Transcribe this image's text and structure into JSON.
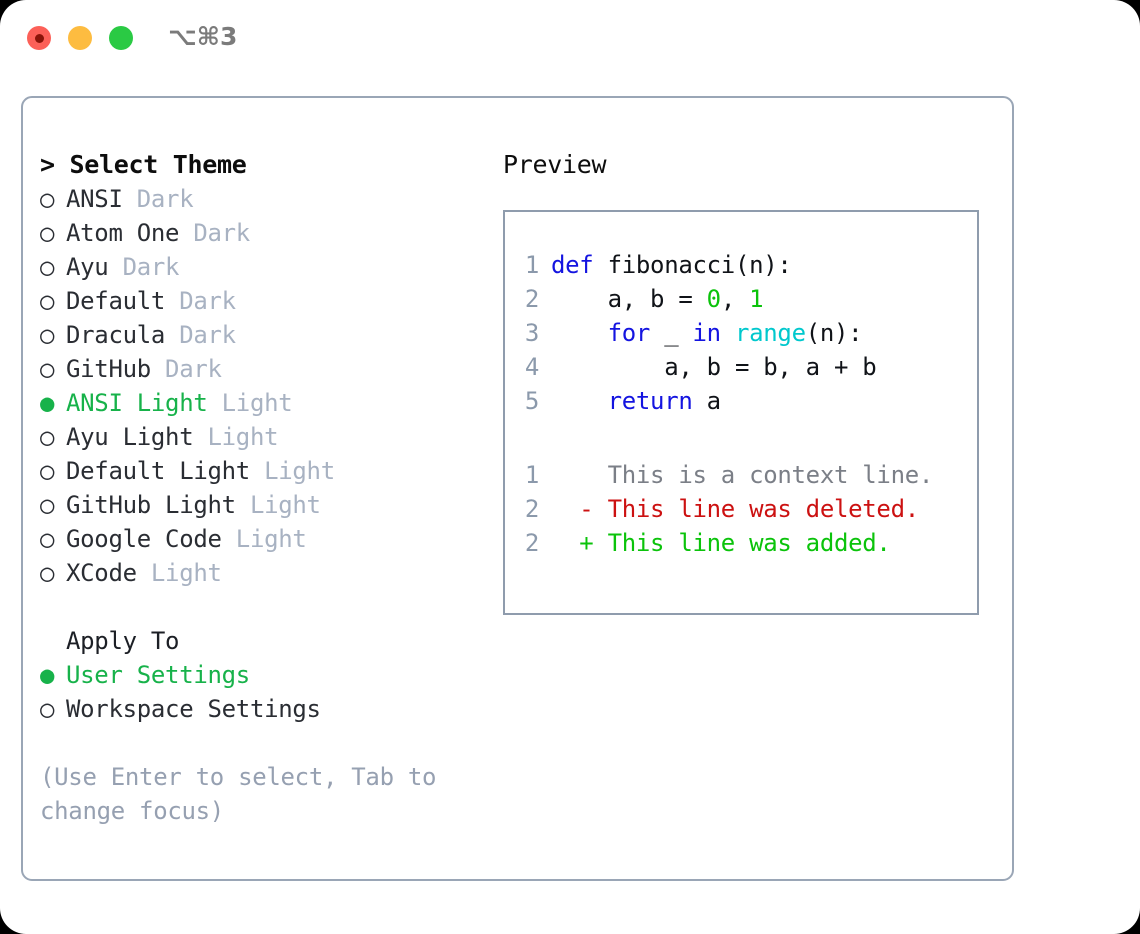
{
  "window": {
    "shortcut": "⌥⌘3",
    "traffic_lights": [
      "close-red",
      "minimize-yellow",
      "maximize-green"
    ]
  },
  "left_panel": {
    "heading": "> Select Theme",
    "themes": [
      {
        "bullet": "○",
        "name": "ANSI",
        "variant": "Dark",
        "selected": false
      },
      {
        "bullet": "○",
        "name": "Atom One",
        "variant": "Dark",
        "selected": false
      },
      {
        "bullet": "○",
        "name": "Ayu",
        "variant": "Dark",
        "selected": false
      },
      {
        "bullet": "○",
        "name": "Default",
        "variant": "Dark",
        "selected": false
      },
      {
        "bullet": "○",
        "name": "Dracula",
        "variant": "Dark",
        "selected": false
      },
      {
        "bullet": "○",
        "name": "GitHub",
        "variant": "Dark",
        "selected": false
      },
      {
        "bullet": "●",
        "name": "ANSI Light",
        "variant": "Light",
        "selected": true
      },
      {
        "bullet": "○",
        "name": "Ayu Light",
        "variant": "Light",
        "selected": false
      },
      {
        "bullet": "○",
        "name": "Default Light",
        "variant": "Light",
        "selected": false
      },
      {
        "bullet": "○",
        "name": "GitHub Light",
        "variant": "Light",
        "selected": false
      },
      {
        "bullet": "○",
        "name": "Google Code",
        "variant": "Light",
        "selected": false
      },
      {
        "bullet": "○",
        "name": "XCode",
        "variant": "Light",
        "selected": false
      }
    ],
    "apply_to_label": "Apply To",
    "apply_to": [
      {
        "bullet": "●",
        "name": "User Settings",
        "selected": true
      },
      {
        "bullet": "○",
        "name": "Workspace Settings",
        "selected": false
      }
    ],
    "hint": "(Use Enter to select, Tab to change focus)"
  },
  "preview": {
    "heading": "Preview",
    "code_lines": [
      {
        "num": "1",
        "tokens": [
          {
            "t": "def",
            "c": "kw"
          },
          {
            "t": " fibonacci(n):",
            "c": "plain"
          }
        ]
      },
      {
        "num": "2",
        "tokens": [
          {
            "t": "    a, b = ",
            "c": "plain"
          },
          {
            "t": "0",
            "c": "num"
          },
          {
            "t": ", ",
            "c": "plain"
          },
          {
            "t": "1",
            "c": "num"
          }
        ]
      },
      {
        "num": "3",
        "tokens": [
          {
            "t": "    ",
            "c": "plain"
          },
          {
            "t": "for",
            "c": "kw"
          },
          {
            "t": " _ ",
            "c": "plain"
          },
          {
            "t": "in",
            "c": "kw"
          },
          {
            "t": " ",
            "c": "plain"
          },
          {
            "t": "range",
            "c": "fn"
          },
          {
            "t": "(n):",
            "c": "plain"
          }
        ]
      },
      {
        "num": "4",
        "tokens": [
          {
            "t": "        a, b = b, a + b",
            "c": "plain"
          }
        ]
      },
      {
        "num": "5",
        "tokens": [
          {
            "t": "    ",
            "c": "plain"
          },
          {
            "t": "return",
            "c": "kw"
          },
          {
            "t": " a",
            "c": "plain"
          }
        ]
      }
    ],
    "diff_lines": [
      {
        "num": "1",
        "marker": "  ",
        "text": "This is a context line.",
        "kind": "ctx"
      },
      {
        "num": "2",
        "marker": "- ",
        "text": "This line was deleted.",
        "kind": "del"
      },
      {
        "num": "2",
        "marker": "+ ",
        "text": "This line was added.",
        "kind": "add"
      }
    ]
  },
  "colors": {
    "accent_green": "#17b24a",
    "muted": "#a8b2c2",
    "border": "#9aa6b6",
    "keyword": "#1414e0",
    "function": "#00c8cd",
    "number": "#0bc30b",
    "diff_deleted": "#cc1111",
    "diff_added": "#0bc30b",
    "gutter": "#8b99ab"
  }
}
